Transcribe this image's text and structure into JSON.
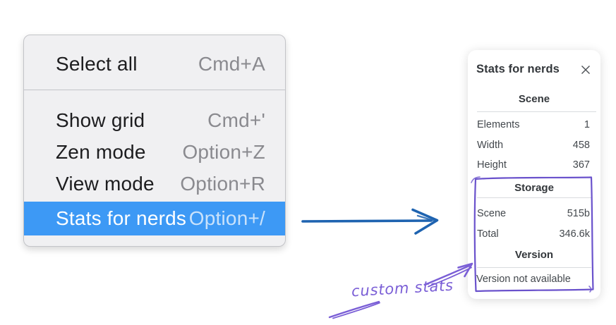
{
  "colors": {
    "menu-bg": "#f0f0f2",
    "menu-border": "#c3c4c8",
    "menu-text": "#1d1d1f",
    "menu-shortcut": "#8a8a8f",
    "menu-highlight": "#3d99f5",
    "menu-highlight-text": "#ffffff",
    "menu-highlight-shortcut": "#c9e2fb",
    "panel-bg": "#ffffff",
    "panel-divider": "#d9dbde",
    "arrow-blue": "#1e63b0",
    "annotation-purple": "#7a5ed6",
    "box-purple": "#6a52cc"
  },
  "context_menu": {
    "items": [
      {
        "label": "Select all",
        "shortcut": "Cmd+A",
        "highlighted": false
      },
      {
        "label": "Show grid",
        "shortcut": "Cmd+'",
        "highlighted": false
      },
      {
        "label": "Zen mode",
        "shortcut": "Option+Z",
        "highlighted": false
      },
      {
        "label": "View mode",
        "shortcut": "Option+R",
        "highlighted": false
      },
      {
        "label": "Stats for nerds",
        "shortcut": "Option+/",
        "highlighted": true
      }
    ]
  },
  "stats_panel": {
    "title": "Stats for nerds",
    "sections": [
      {
        "header": "Scene",
        "rows": [
          {
            "label": "Elements",
            "value": "1"
          },
          {
            "label": "Width",
            "value": "458"
          },
          {
            "label": "Height",
            "value": "367"
          }
        ]
      },
      {
        "header": "Storage",
        "rows": [
          {
            "label": "Scene",
            "value": "515b"
          },
          {
            "label": "Total",
            "value": "346.6k"
          }
        ]
      },
      {
        "header": "Version",
        "note": "Version not available"
      }
    ]
  },
  "annotation": {
    "label": "custom stats"
  }
}
